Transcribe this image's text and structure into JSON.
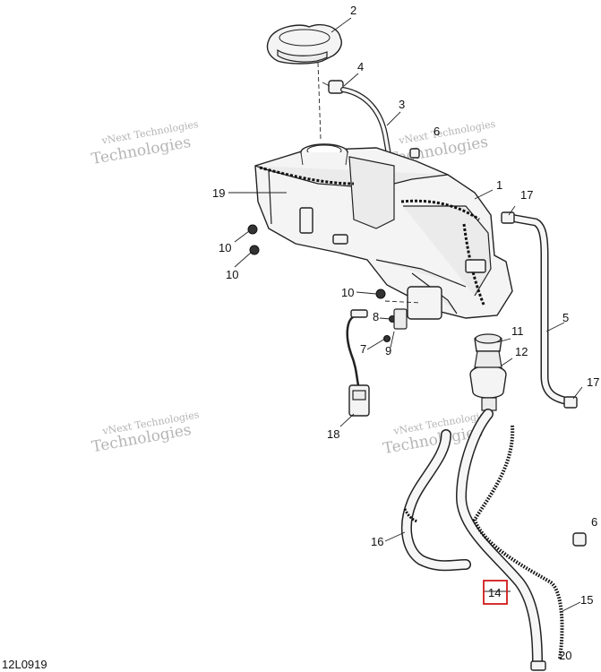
{
  "diagram_id": "12L0919",
  "watermark": {
    "line1": "vNext",
    "line2": "Technologies",
    "line_small": "vNext Technologies"
  },
  "highlight_color": "#d11a1a",
  "callouts": {
    "c1": "1",
    "c2": "2",
    "c3": "3",
    "c4": "4",
    "c5": "5",
    "c6a": "6",
    "c6b": "6",
    "c7": "7",
    "c8": "8",
    "c9": "9",
    "c10a": "10",
    "c10b": "10",
    "c10c": "10",
    "c11": "11",
    "c12": "12",
    "c14": "14",
    "c15": "15",
    "c16": "16",
    "c17a": "17",
    "c17b": "17",
    "c18": "18",
    "c19": "19",
    "c20": "20"
  }
}
